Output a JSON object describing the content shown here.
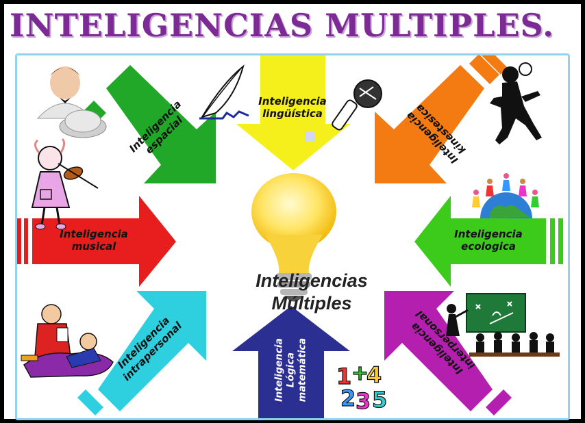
{
  "title": "INTELIGENCIAS MULTIPLES.",
  "center": {
    "line1": "Inteligencias",
    "line2": "Múltiples"
  },
  "intelligences": [
    {
      "id": "espacial",
      "line1": "Inteligencia",
      "line2": "espacial",
      "color": "#22a829",
      "icon": "butler-icon"
    },
    {
      "id": "linguistica",
      "line1": "Inteligencia",
      "line2": "lingüística",
      "color": "#f5ef1c",
      "icon": "quill-microphone-icon"
    },
    {
      "id": "kinestesica",
      "line1": "Inteligencia",
      "line2": "kinestesica",
      "color": "#f47a12",
      "icon": "soccer-player-icon"
    },
    {
      "id": "musical",
      "line1": "Inteligencia",
      "line2": "musical",
      "color": "#e81d1d",
      "icon": "violinist-icon"
    },
    {
      "id": "ecologica",
      "line1": "Inteligencia",
      "line2": "ecologica",
      "color": "#3ccb1b",
      "icon": "earth-children-icon"
    },
    {
      "id": "intrapersonal",
      "line1": "Inteligencia",
      "line2": "intrapersonal",
      "color": "#2ed0e0",
      "icon": "psychologist-icon"
    },
    {
      "id": "logica",
      "line1": "Inteligencia",
      "line2": "Lógica",
      "line3": "matemática",
      "color": "#2b2f92",
      "icon": "numbers-icon"
    },
    {
      "id": "interpersonal",
      "line1": "Inteligencia",
      "line2": "interpersonal",
      "color": "#b51fb0",
      "icon": "classroom-icon"
    }
  ]
}
